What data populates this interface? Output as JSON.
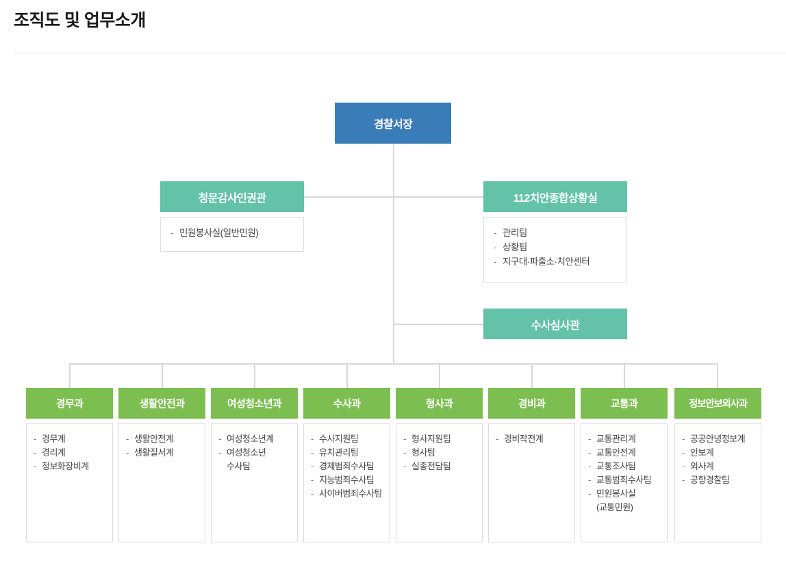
{
  "page": {
    "title": "조직도 및 업무소개"
  },
  "colors": {
    "chief": "#3a7cb8",
    "staff": "#63c2a7",
    "department": "#7cbf50",
    "box_border": "#dddddd",
    "connector": "#d8d8d8"
  },
  "chart_data": {
    "type": "diagram",
    "title": "조직도 및 업무소개",
    "root": {
      "label": "경찰서장",
      "color": "#3a7cb8"
    },
    "staff_units": [
      {
        "label": "청문감사인권관",
        "side": "left",
        "color": "#63c2a7",
        "items": [
          "민원봉사실(일반민원)"
        ]
      },
      {
        "label": "112치안종합상황실",
        "side": "right",
        "color": "#63c2a7",
        "items": [
          "관리팀",
          "상황팀",
          "지구대·파출소·치안센터"
        ]
      },
      {
        "label": "수사심사관",
        "side": "right",
        "color": "#63c2a7",
        "items": []
      }
    ],
    "departments": [
      {
        "label": "경무과",
        "color": "#7cbf50",
        "items": [
          "경무계",
          "경리계",
          "정보화장비계"
        ]
      },
      {
        "label": "생활안전과",
        "color": "#7cbf50",
        "items": [
          "생활안전계",
          "생활질서계"
        ]
      },
      {
        "label": "여성청소년과",
        "color": "#7cbf50",
        "items": [
          "여성청소년계",
          "여성청소년\n수사팀"
        ]
      },
      {
        "label": "수사과",
        "color": "#7cbf50",
        "items": [
          "수사지원팀",
          "유치관리팀",
          "경제범죄수사팀",
          "지능범죄수사팀",
          "사이버범죄수사팀"
        ]
      },
      {
        "label": "형사과",
        "color": "#7cbf50",
        "items": [
          "형사지원팀",
          "형사팀",
          "실종전담팀"
        ]
      },
      {
        "label": "경비과",
        "color": "#7cbf50",
        "items": [
          "경비작전계"
        ]
      },
      {
        "label": "교통과",
        "color": "#7cbf50",
        "items": [
          "교통관리계",
          "교통안전계",
          "교통조사팀",
          "교통범죄수사팀",
          "민원봉사실\n(교통민원)"
        ]
      },
      {
        "label": "정보안보외사과",
        "color": "#7cbf50",
        "items": [
          "공공안녕정보계",
          "안보계",
          "외사계",
          "공항경찰팀"
        ]
      }
    ]
  }
}
